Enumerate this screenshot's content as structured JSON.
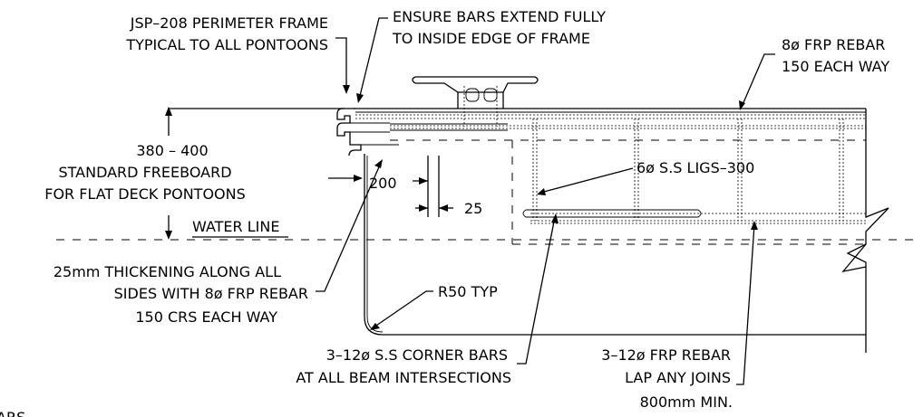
{
  "labels": {
    "perimeter_frame_1": "JSP–208 PERIMETER FRAME",
    "perimeter_frame_2": "TYPICAL TO ALL PONTOONS",
    "ensure_bars_1": "ENSURE BARS EXTEND FULLY",
    "ensure_bars_2": "TO INSIDE EDGE OF FRAME",
    "frp_rebar_1": "8ø FRP REBAR",
    "frp_rebar_2": "150 EACH WAY",
    "freeboard_1": "380  –  400",
    "freeboard_2": "STANDARD FREEBOARD",
    "freeboard_3": "FOR FLAT DECK PONTOONS",
    "ligs": "6ø S.S LIGS–300",
    "dim_200": "200",
    "dim_25": "25",
    "water_line": "WATER LINE",
    "thickening_1": "25mm THICKENING ALONG ALL",
    "thickening_2": "SIDES WITH 8ø FRP REBAR",
    "thickening_3": "150 CRS EACH WAY",
    "radius": "R50 TYP",
    "corner_bars_1": "3–12ø S.S CORNER BARS",
    "corner_bars_2": "AT ALL BEAM INTERSECTIONS",
    "lap_rebar_1": "3–12ø FRP REBAR",
    "lap_rebar_2": "LAP ANY JOINS",
    "lap_rebar_3": "800mm MIN.",
    "cut_text": "ARS"
  }
}
